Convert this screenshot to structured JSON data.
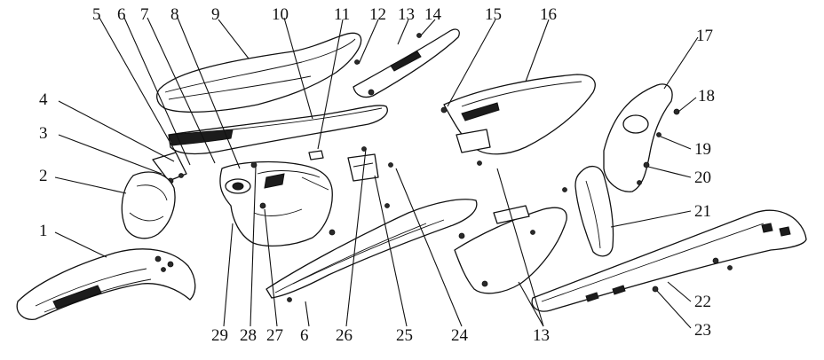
{
  "diagram": {
    "callouts": [
      {
        "id": "1",
        "label": "1"
      },
      {
        "id": "2",
        "label": "2"
      },
      {
        "id": "3",
        "label": "3"
      },
      {
        "id": "4",
        "label": "4"
      },
      {
        "id": "5",
        "label": "5"
      },
      {
        "id": "6a",
        "label": "6"
      },
      {
        "id": "7",
        "label": "7"
      },
      {
        "id": "8",
        "label": "8"
      },
      {
        "id": "9",
        "label": "9"
      },
      {
        "id": "10",
        "label": "10"
      },
      {
        "id": "11",
        "label": "11"
      },
      {
        "id": "12",
        "label": "12"
      },
      {
        "id": "13a",
        "label": "13"
      },
      {
        "id": "14",
        "label": "14"
      },
      {
        "id": "15",
        "label": "15"
      },
      {
        "id": "16",
        "label": "16"
      },
      {
        "id": "17",
        "label": "17"
      },
      {
        "id": "18",
        "label": "18"
      },
      {
        "id": "19",
        "label": "19"
      },
      {
        "id": "20",
        "label": "20"
      },
      {
        "id": "21",
        "label": "21"
      },
      {
        "id": "22",
        "label": "22"
      },
      {
        "id": "23",
        "label": "23"
      },
      {
        "id": "24",
        "label": "24"
      },
      {
        "id": "25",
        "label": "25"
      },
      {
        "id": "26",
        "label": "26"
      },
      {
        "id": "13b",
        "label": "13"
      },
      {
        "id": "6b",
        "label": "6"
      },
      {
        "id": "27",
        "label": "27"
      },
      {
        "id": "28",
        "label": "28"
      },
      {
        "id": "29",
        "label": "29"
      }
    ]
  }
}
